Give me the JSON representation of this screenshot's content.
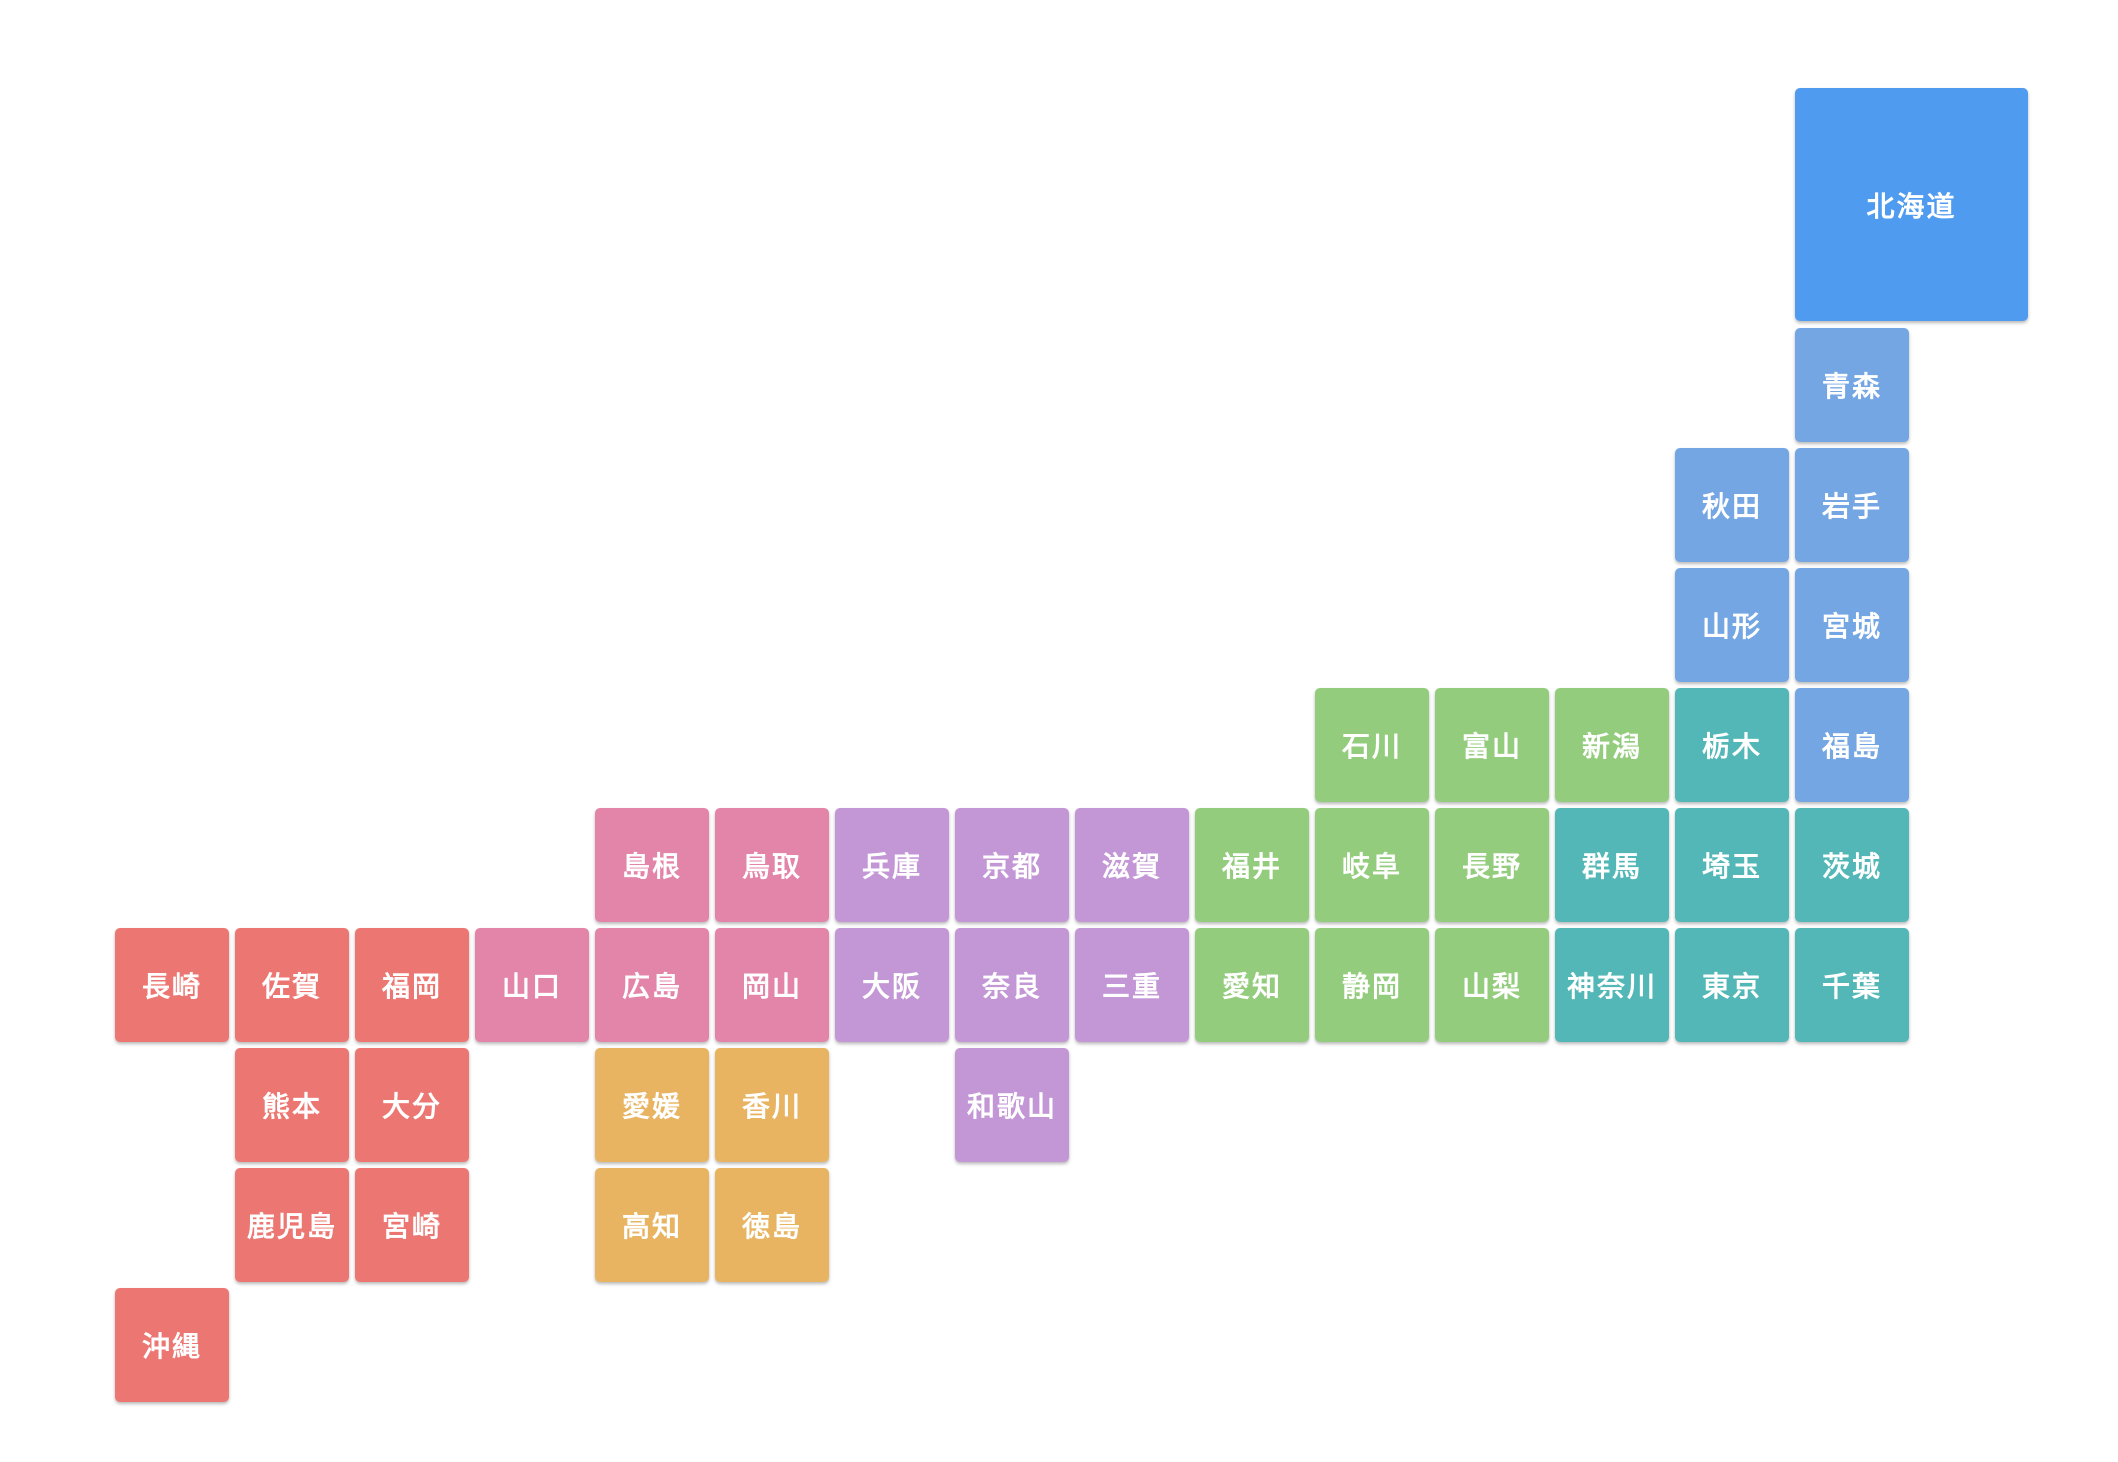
{
  "colors": {
    "hokkaido": "#4f9bf0",
    "tohoku": "#74a6e3",
    "kanto": "#52b7b6",
    "chubu": "#93cc7c",
    "kinki": "#c397d6",
    "chugoku": "#e385a8",
    "shikoku": "#e8b462",
    "kyushu": "#ec7772"
  },
  "prefectures": [
    {
      "id": "hokkaido",
      "name": "北海道",
      "region": "hokkaido",
      "col": 14,
      "row": 0,
      "big": true
    },
    {
      "id": "aomori",
      "name": "青森",
      "region": "tohoku",
      "col": 14,
      "row": 2
    },
    {
      "id": "akita",
      "name": "秋田",
      "region": "tohoku",
      "col": 13,
      "row": 3
    },
    {
      "id": "iwate",
      "name": "岩手",
      "region": "tohoku",
      "col": 14,
      "row": 3
    },
    {
      "id": "yamagata",
      "name": "山形",
      "region": "tohoku",
      "col": 13,
      "row": 4
    },
    {
      "id": "miyagi",
      "name": "宮城",
      "region": "tohoku",
      "col": 14,
      "row": 4
    },
    {
      "id": "fukushima",
      "name": "福島",
      "region": "tohoku",
      "col": 14,
      "row": 5
    },
    {
      "id": "ishikawa",
      "name": "石川",
      "region": "chubu",
      "col": 10,
      "row": 5
    },
    {
      "id": "toyama",
      "name": "富山",
      "region": "chubu",
      "col": 11,
      "row": 5
    },
    {
      "id": "niigata",
      "name": "新潟",
      "region": "chubu",
      "col": 12,
      "row": 5
    },
    {
      "id": "tochigi",
      "name": "栃木",
      "region": "kanto",
      "col": 13,
      "row": 5
    },
    {
      "id": "shimane",
      "name": "島根",
      "region": "chugoku",
      "col": 4,
      "row": 6
    },
    {
      "id": "tottori",
      "name": "鳥取",
      "region": "chugoku",
      "col": 5,
      "row": 6
    },
    {
      "id": "hyogo",
      "name": "兵庫",
      "region": "kinki",
      "col": 6,
      "row": 6
    },
    {
      "id": "kyoto",
      "name": "京都",
      "region": "kinki",
      "col": 7,
      "row": 6
    },
    {
      "id": "shiga",
      "name": "滋賀",
      "region": "kinki",
      "col": 8,
      "row": 6
    },
    {
      "id": "fukui",
      "name": "福井",
      "region": "chubu",
      "col": 9,
      "row": 6
    },
    {
      "id": "gifu",
      "name": "岐阜",
      "region": "chubu",
      "col": 10,
      "row": 6
    },
    {
      "id": "nagano",
      "name": "長野",
      "region": "chubu",
      "col": 11,
      "row": 6
    },
    {
      "id": "gunma",
      "name": "群馬",
      "region": "kanto",
      "col": 12,
      "row": 6
    },
    {
      "id": "saitama",
      "name": "埼玉",
      "region": "kanto",
      "col": 13,
      "row": 6
    },
    {
      "id": "ibaraki",
      "name": "茨城",
      "region": "kanto",
      "col": 14,
      "row": 6
    },
    {
      "id": "nagasaki",
      "name": "長崎",
      "region": "kyushu",
      "col": 0,
      "row": 7
    },
    {
      "id": "saga",
      "name": "佐賀",
      "region": "kyushu",
      "col": 1,
      "row": 7
    },
    {
      "id": "fukuoka",
      "name": "福岡",
      "region": "kyushu",
      "col": 2,
      "row": 7
    },
    {
      "id": "yamaguchi",
      "name": "山口",
      "region": "chugoku",
      "col": 3,
      "row": 7
    },
    {
      "id": "hiroshima",
      "name": "広島",
      "region": "chugoku",
      "col": 4,
      "row": 7
    },
    {
      "id": "okayama",
      "name": "岡山",
      "region": "chugoku",
      "col": 5,
      "row": 7
    },
    {
      "id": "osaka",
      "name": "大阪",
      "region": "kinki",
      "col": 6,
      "row": 7
    },
    {
      "id": "nara",
      "name": "奈良",
      "region": "kinki",
      "col": 7,
      "row": 7
    },
    {
      "id": "mie",
      "name": "三重",
      "region": "kinki",
      "col": 8,
      "row": 7
    },
    {
      "id": "aichi",
      "name": "愛知",
      "region": "chubu",
      "col": 9,
      "row": 7
    },
    {
      "id": "shizuoka",
      "name": "静岡",
      "region": "chubu",
      "col": 10,
      "row": 7
    },
    {
      "id": "yamanashi",
      "name": "山梨",
      "region": "chubu",
      "col": 11,
      "row": 7
    },
    {
      "id": "kanagawa",
      "name": "神奈川",
      "region": "kanto",
      "col": 12,
      "row": 7
    },
    {
      "id": "tokyo",
      "name": "東京",
      "region": "kanto",
      "col": 13,
      "row": 7
    },
    {
      "id": "chiba",
      "name": "千葉",
      "region": "kanto",
      "col": 14,
      "row": 7
    },
    {
      "id": "kumamoto",
      "name": "熊本",
      "region": "kyushu",
      "col": 1,
      "row": 8
    },
    {
      "id": "oita",
      "name": "大分",
      "region": "kyushu",
      "col": 2,
      "row": 8
    },
    {
      "id": "ehime",
      "name": "愛媛",
      "region": "shikoku",
      "col": 4,
      "row": 8
    },
    {
      "id": "kagawa",
      "name": "香川",
      "region": "shikoku",
      "col": 5,
      "row": 8
    },
    {
      "id": "wakayama",
      "name": "和歌山",
      "region": "kinki",
      "col": 7,
      "row": 8
    },
    {
      "id": "kagoshima",
      "name": "鹿児島",
      "region": "kyushu",
      "col": 1,
      "row": 9
    },
    {
      "id": "miyazaki",
      "name": "宮崎",
      "region": "kyushu",
      "col": 2,
      "row": 9
    },
    {
      "id": "kochi",
      "name": "高知",
      "region": "shikoku",
      "col": 4,
      "row": 9
    },
    {
      "id": "tokushima",
      "name": "徳島",
      "region": "shikoku",
      "col": 5,
      "row": 9
    },
    {
      "id": "okinawa",
      "name": "沖縄",
      "region": "kyushu",
      "col": 0,
      "row": 10
    }
  ]
}
